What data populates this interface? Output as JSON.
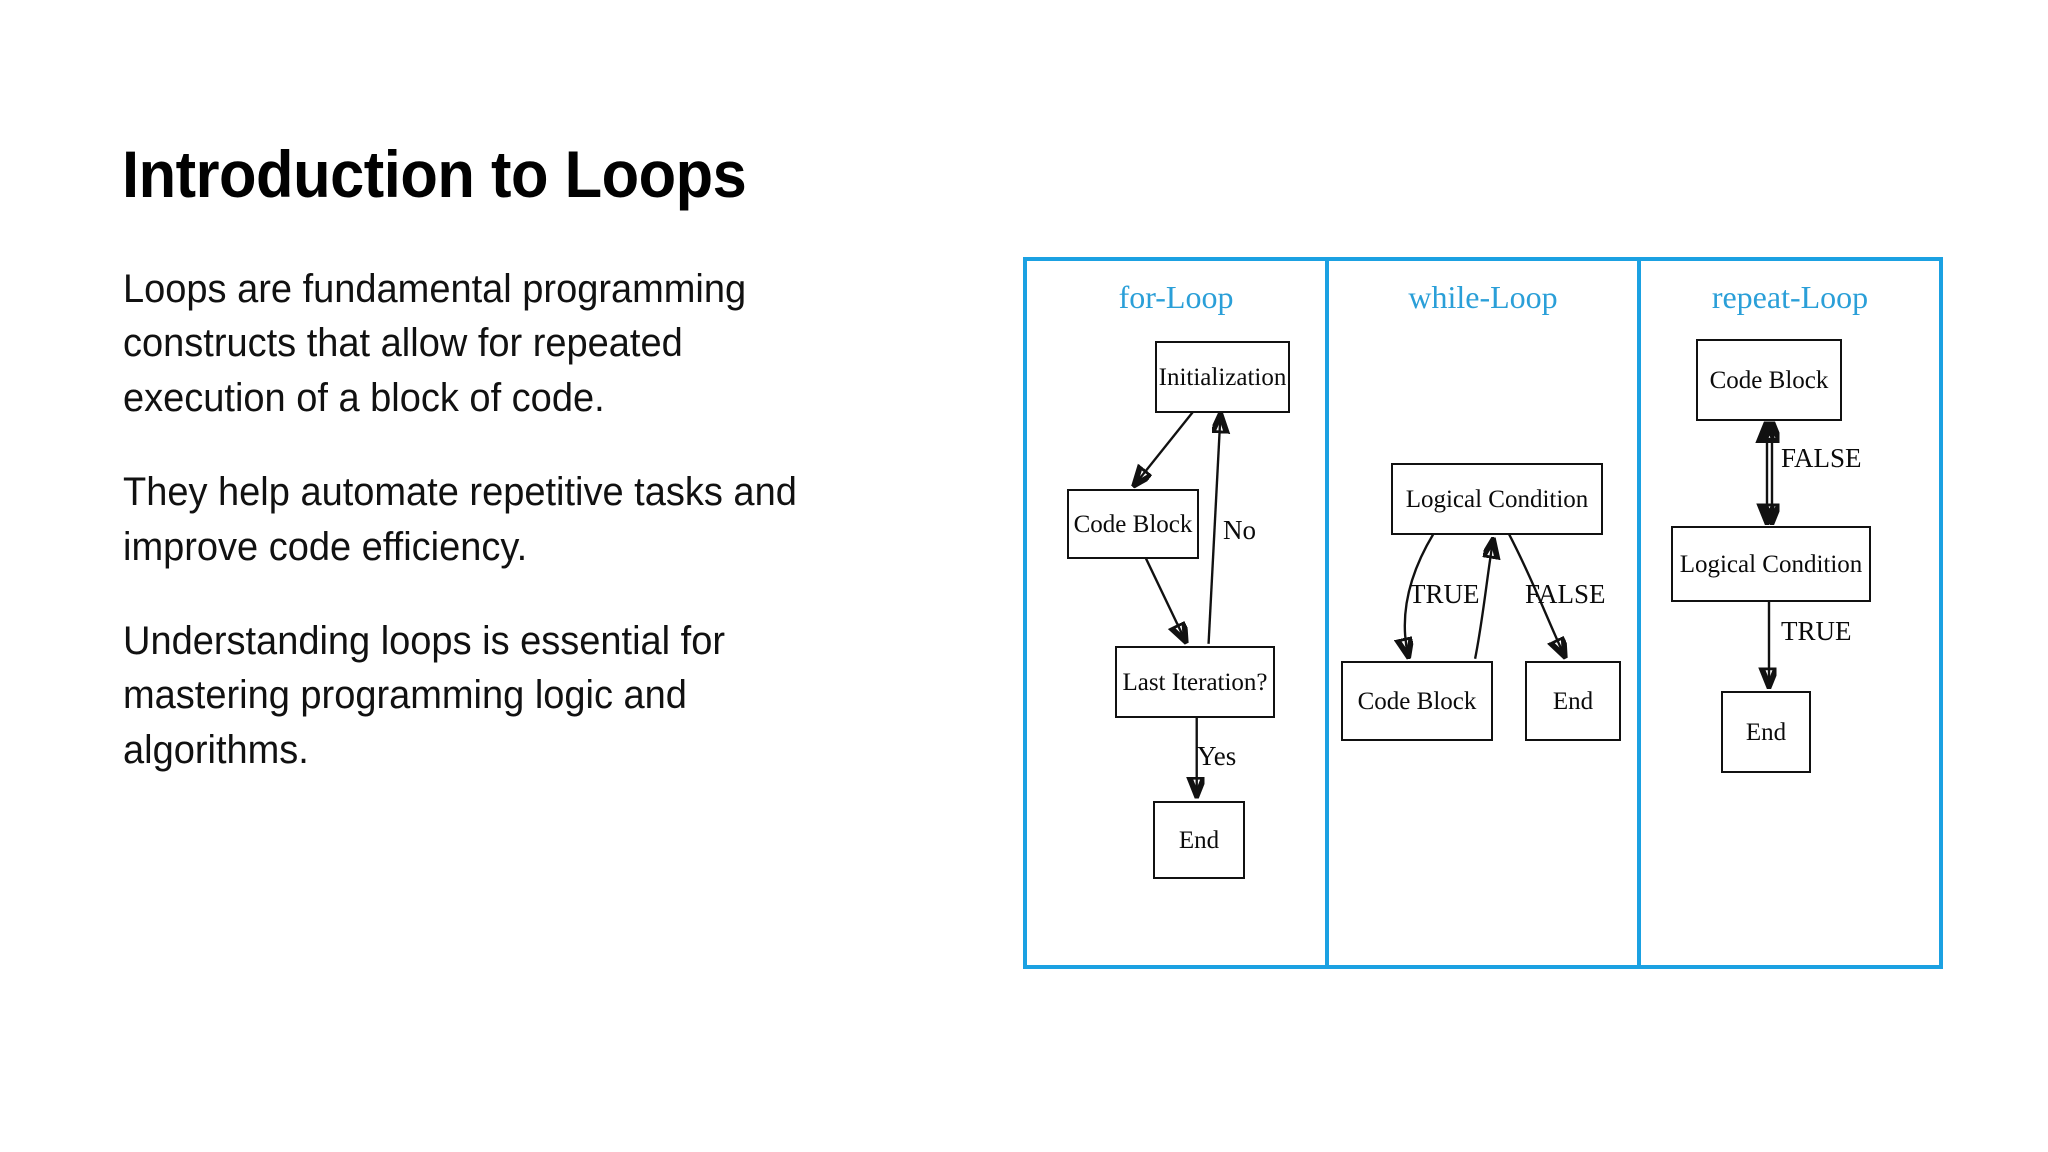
{
  "slide": {
    "title": "Introduction to Loops",
    "paragraphs": [
      "Loops are fundamental programming\nconstructs that allow for repeated\nexecution of a block of code.",
      "They help automate repetitive tasks and\nimprove code efficiency.",
      "Understanding loops is essential for\nmastering programming logic and\nalgorithms."
    ]
  },
  "colors": {
    "accent_blue": "#1ba1e2",
    "title_blue": "#2a9fd8",
    "text_black": "#111111",
    "node_stroke": "#111111"
  },
  "diagram": {
    "type": "flowchart",
    "panels": [
      {
        "title": "for-Loop",
        "nodes": [
          {
            "id": "init",
            "label": "Initialization"
          },
          {
            "id": "code",
            "label": "Code Block"
          },
          {
            "id": "last",
            "label": "Last Iteration?"
          },
          {
            "id": "end",
            "label": "End"
          }
        ],
        "edges": [
          {
            "from": "init",
            "to": "code",
            "label": ""
          },
          {
            "from": "code",
            "to": "last",
            "label": ""
          },
          {
            "from": "last",
            "to": "init",
            "label": "No"
          },
          {
            "from": "last",
            "to": "end",
            "label": "Yes"
          }
        ]
      },
      {
        "title": "while-Loop",
        "nodes": [
          {
            "id": "cond",
            "label": "Logical Condition"
          },
          {
            "id": "code",
            "label": "Code Block"
          },
          {
            "id": "end",
            "label": "End"
          }
        ],
        "edges": [
          {
            "from": "cond",
            "to": "code",
            "label": "TRUE"
          },
          {
            "from": "code",
            "to": "cond",
            "label": ""
          },
          {
            "from": "cond",
            "to": "end",
            "label": "FALSE"
          }
        ]
      },
      {
        "title": "repeat-Loop",
        "nodes": [
          {
            "id": "code",
            "label": "Code Block"
          },
          {
            "id": "cond",
            "label": "Logical Condition"
          },
          {
            "id": "end",
            "label": "End"
          }
        ],
        "edges": [
          {
            "from": "code",
            "to": "cond",
            "label": "FALSE"
          },
          {
            "from": "cond",
            "to": "code",
            "label": ""
          },
          {
            "from": "cond",
            "to": "end",
            "label": "TRUE"
          }
        ]
      }
    ]
  }
}
